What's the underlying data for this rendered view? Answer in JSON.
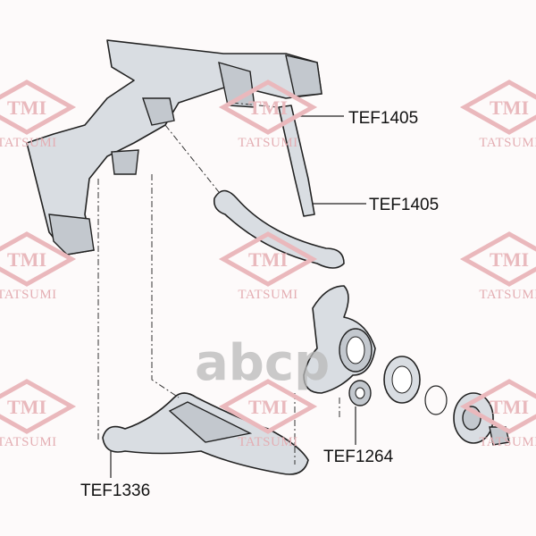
{
  "watermarks": {
    "logo": "TMI",
    "brand": "TATSUMI",
    "site": "abcp",
    "color": "#e9b9bd"
  },
  "part_labels": [
    {
      "code": "TEF1405"
    },
    {
      "code": "TEF1405"
    },
    {
      "code": "TEF1264"
    },
    {
      "code": "TEF1336"
    }
  ]
}
